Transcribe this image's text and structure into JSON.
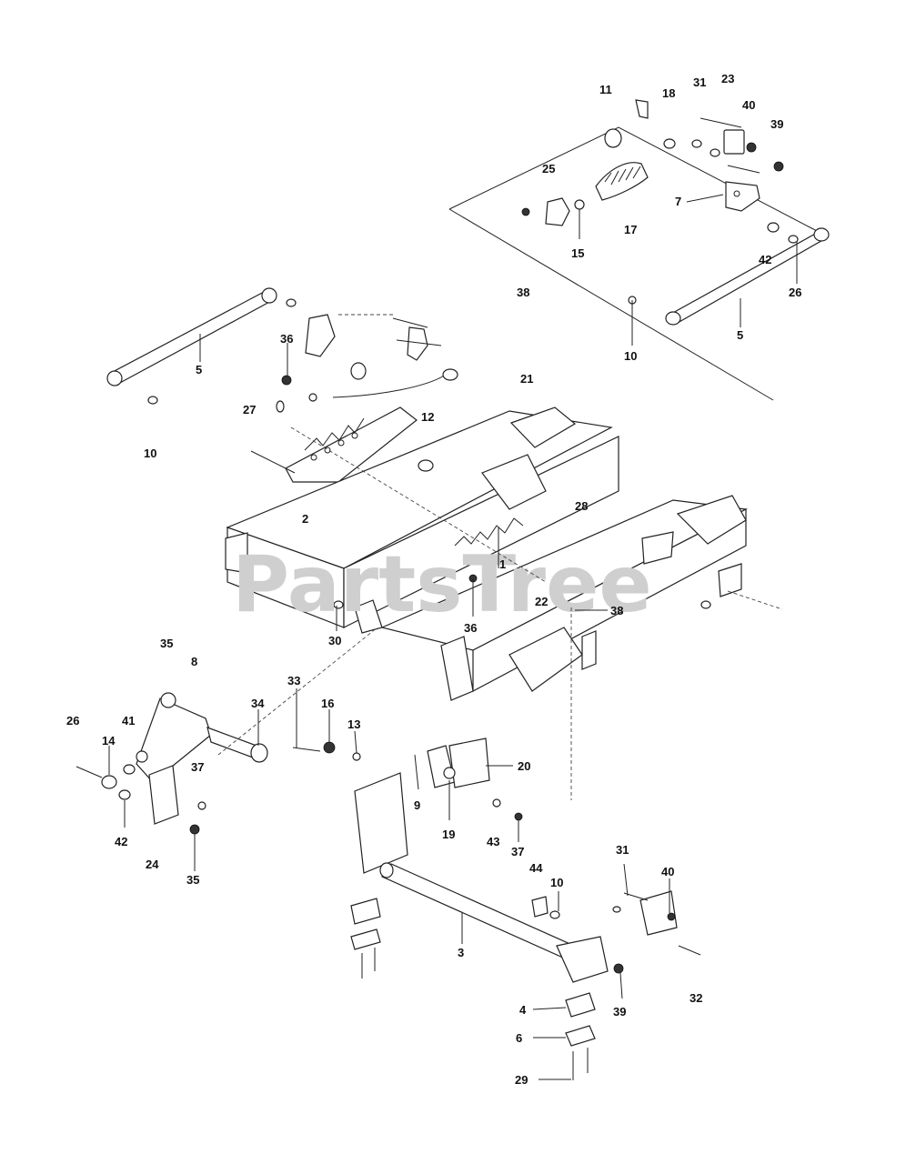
{
  "watermark": {
    "text": "PartsTree"
  },
  "callouts": [
    {
      "text": "11",
      "name": "callout-11"
    },
    {
      "text": "18",
      "name": "callout-18"
    },
    {
      "text": "31",
      "name": "callout-31-top"
    },
    {
      "text": "23",
      "name": "callout-23"
    },
    {
      "text": "40",
      "name": "callout-40-top"
    },
    {
      "text": "39",
      "name": "callout-39-top"
    },
    {
      "text": "25",
      "name": "callout-25"
    },
    {
      "text": "7",
      "name": "callout-7"
    },
    {
      "text": "17",
      "name": "callout-17"
    },
    {
      "text": "15",
      "name": "callout-15"
    },
    {
      "text": "42",
      "name": "callout-42-top"
    },
    {
      "text": "26",
      "name": "callout-26-top"
    },
    {
      "text": "38",
      "name": "callout-38-top"
    },
    {
      "text": "10",
      "name": "callout-10-top"
    },
    {
      "text": "5",
      "name": "callout-5-right"
    },
    {
      "text": "36",
      "name": "callout-36-top"
    },
    {
      "text": "5",
      "name": "callout-5-left"
    },
    {
      "text": "21",
      "name": "callout-21"
    },
    {
      "text": "27",
      "name": "callout-27"
    },
    {
      "text": "12",
      "name": "callout-12"
    },
    {
      "text": "10",
      "name": "callout-10-left"
    },
    {
      "text": "28",
      "name": "callout-28"
    },
    {
      "text": "2",
      "name": "callout-2"
    },
    {
      "text": "1",
      "name": "callout-1"
    },
    {
      "text": "22",
      "name": "callout-22"
    },
    {
      "text": "38",
      "name": "callout-38-mid"
    },
    {
      "text": "36",
      "name": "callout-36-mid"
    },
    {
      "text": "30",
      "name": "callout-30"
    },
    {
      "text": "35",
      "name": "callout-35-top"
    },
    {
      "text": "8",
      "name": "callout-8"
    },
    {
      "text": "33",
      "name": "callout-33"
    },
    {
      "text": "34",
      "name": "callout-34"
    },
    {
      "text": "16",
      "name": "callout-16"
    },
    {
      "text": "26",
      "name": "callout-26-left"
    },
    {
      "text": "41",
      "name": "callout-41"
    },
    {
      "text": "13",
      "name": "callout-13"
    },
    {
      "text": "14",
      "name": "callout-14"
    },
    {
      "text": "20",
      "name": "callout-20"
    },
    {
      "text": "37",
      "name": "callout-37-left"
    },
    {
      "text": "9",
      "name": "callout-9"
    },
    {
      "text": "42",
      "name": "callout-42-left"
    },
    {
      "text": "19",
      "name": "callout-19"
    },
    {
      "text": "43",
      "name": "callout-43"
    },
    {
      "text": "37",
      "name": "callout-37-mid"
    },
    {
      "text": "24",
      "name": "callout-24"
    },
    {
      "text": "35",
      "name": "callout-35-bottom"
    },
    {
      "text": "44",
      "name": "callout-44"
    },
    {
      "text": "31",
      "name": "callout-31-bottom"
    },
    {
      "text": "40",
      "name": "callout-40-bottom"
    },
    {
      "text": "10",
      "name": "callout-10-bottom"
    },
    {
      "text": "3",
      "name": "callout-3"
    },
    {
      "text": "32",
      "name": "callout-32"
    },
    {
      "text": "4",
      "name": "callout-4"
    },
    {
      "text": "39",
      "name": "callout-39-bottom"
    },
    {
      "text": "6",
      "name": "callout-6"
    },
    {
      "text": "29",
      "name": "callout-29"
    }
  ]
}
